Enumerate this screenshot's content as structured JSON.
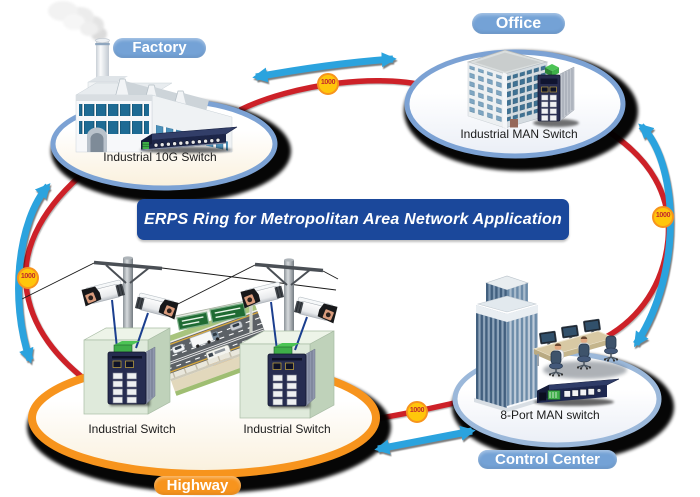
{
  "diagram": {
    "title": "ERPS Ring for Metropolitan Area Network Application",
    "sites": {
      "factory": {
        "tag": "Factory",
        "caption": "Industrial 10G Switch"
      },
      "office": {
        "tag": "Office",
        "caption": "Industrial MAN Switch"
      },
      "control_center": {
        "tag": "Control Center",
        "caption": "8-Port MAN switch"
      },
      "highway": {
        "tag": "Highway",
        "caption_left": "Industrial Switch",
        "caption_right": "Industrial Switch"
      }
    },
    "link_speed_badges": [
      "1000",
      "1000",
      "1000",
      "1000"
    ],
    "colors": {
      "ring": "#CD2128",
      "arrow": "#2BA3DE",
      "badge_fill": "#FFC60B",
      "badge_border": "#F7941D",
      "title_bg": "#1B489B",
      "tag_blue": "#74A2D6",
      "tag_orange": "#F7941D"
    }
  }
}
